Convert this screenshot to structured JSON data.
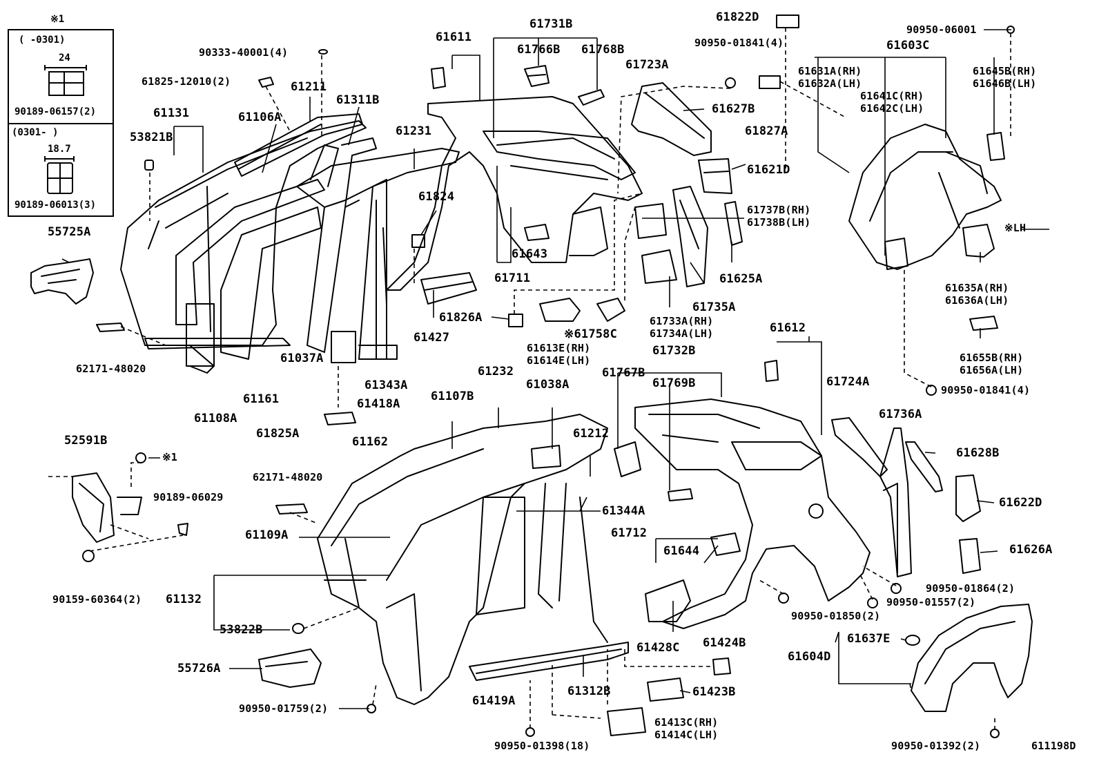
{
  "inset": {
    "mark": "※1",
    "top_range": "(     -0301)",
    "top_dim": "24",
    "top_part": "90189-06157(2)",
    "bottom_range": "(0301-     )",
    "bottom_dim": "18.7",
    "bottom_part": "90189-06013(3)"
  },
  "labels": {
    "l55725A": "55725A",
    "l62171a": "62171-48020",
    "l61131": "61131",
    "l53821B": "53821B",
    "l61106A": "61106A",
    "l90333": "90333-40001(4)",
    "l61825": "61825-12010(2)",
    "l61211": "61211",
    "l61311B": "61311B",
    "l61231": "61231",
    "l61108A": "61108A",
    "l61161": "61161",
    "l61037A": "61037A",
    "l61343A": "61343A",
    "l61418A": "61418A",
    "l61825A": "61825A",
    "l61611": "61611",
    "l61731B": "61731B",
    "l61766B": "61766B",
    "l61768B": "61768B",
    "l61824": "61824",
    "l61427": "61427",
    "l61643": "61643",
    "l61711": "61711",
    "l61826A": "61826A",
    "l61613E": "61613E(RH)",
    "l61614E": "61614E(LH)",
    "l61758C": "※61758C",
    "l61822D": "61822D",
    "l90950a": "90950-01841(4)",
    "l61723A": "61723A",
    "l61627B": "61627B",
    "l61827A": "61827A",
    "l61621D": "61621D",
    "l61737B": "61737B(RH)",
    "l61738B": "61738B(LH)",
    "l61625A": "61625A",
    "l61735A": "61735A",
    "l61733A": "61733A(RH)",
    "l61734A": "61734A(LH)",
    "l90950b": "90950-06001",
    "l61603C": "61603C",
    "l61631A": "61631A(RH)",
    "l61632A": "61632A(LH)",
    "l61641C": "61641C(RH)",
    "l61642C": "61642C(LH)",
    "l61645B": "61645B(RH)",
    "l61646B": "61646B(LH)",
    "lLH": "※LH",
    "l61635A": "61635A(RH)",
    "l61636A": "61636A(LH)",
    "l61655B": "61655B(RH)",
    "l61656A": "61656A(LH)",
    "l90950c": "90950-01841(4)",
    "l52591B": "52591B",
    "lstar1": "※1",
    "l62171b": "62171-48020",
    "l90189": "90189-06029",
    "l61109A": "61109A",
    "l90159": "90159-60364(2)",
    "l61132": "61132",
    "l53822B": "53822B",
    "l55726A": "55726A",
    "l90950d": "90950-01759(2)",
    "l61162": "61162",
    "l61107B": "61107B",
    "l61232": "61232",
    "l61038A": "61038A",
    "l61212": "61212",
    "l61344A": "61344A",
    "l61419A": "61419A",
    "l61312B": "61312B",
    "l90950e": "90950-01398(18)",
    "l61413C": "61413C(RH)",
    "l61414C": "61414C(LH)",
    "l61767B": "61767B",
    "l61732B": "61732B",
    "l61769B": "61769B",
    "l61612": "61612",
    "l61712": "61712",
    "l61644": "61644",
    "l61428C": "61428C",
    "l61424B": "61424B",
    "l61423B": "61423B",
    "l90950f": "90950-01850(2)",
    "l61724A": "61724A",
    "l61736A": "61736A",
    "l61628B": "61628B",
    "l61622D": "61622D",
    "l61626A": "61626A",
    "l90950g": "90950-01864(2)",
    "l90950h": "90950-01557(2)",
    "l61637E": "61637E",
    "l61604D": "61604D",
    "l90950i": "90950-01392(2)",
    "lref": "611198D"
  }
}
